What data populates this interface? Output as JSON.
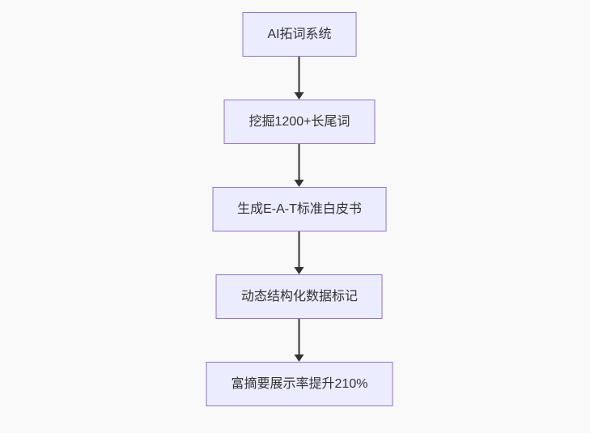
{
  "diagram": {
    "type": "flowchart",
    "direction": "top-down",
    "nodes": [
      {
        "id": "A",
        "label": "AI拓词系统"
      },
      {
        "id": "B",
        "label": "挖掘1200+长尾词"
      },
      {
        "id": "C",
        "label": "生成E-A-T标准白皮书"
      },
      {
        "id": "D",
        "label": "动态结构化数据标记"
      },
      {
        "id": "E",
        "label": "富摘要展示率提升210%"
      }
    ],
    "edges": [
      {
        "from": "A",
        "to": "B"
      },
      {
        "from": "B",
        "to": "C"
      },
      {
        "from": "C",
        "to": "D"
      },
      {
        "from": "D",
        "to": "E"
      }
    ],
    "colors": {
      "node_fill": "#ECECFF",
      "node_border": "#9370DB",
      "arrow": "#333333",
      "text": "#333333",
      "background": "#f9f9f9"
    }
  }
}
